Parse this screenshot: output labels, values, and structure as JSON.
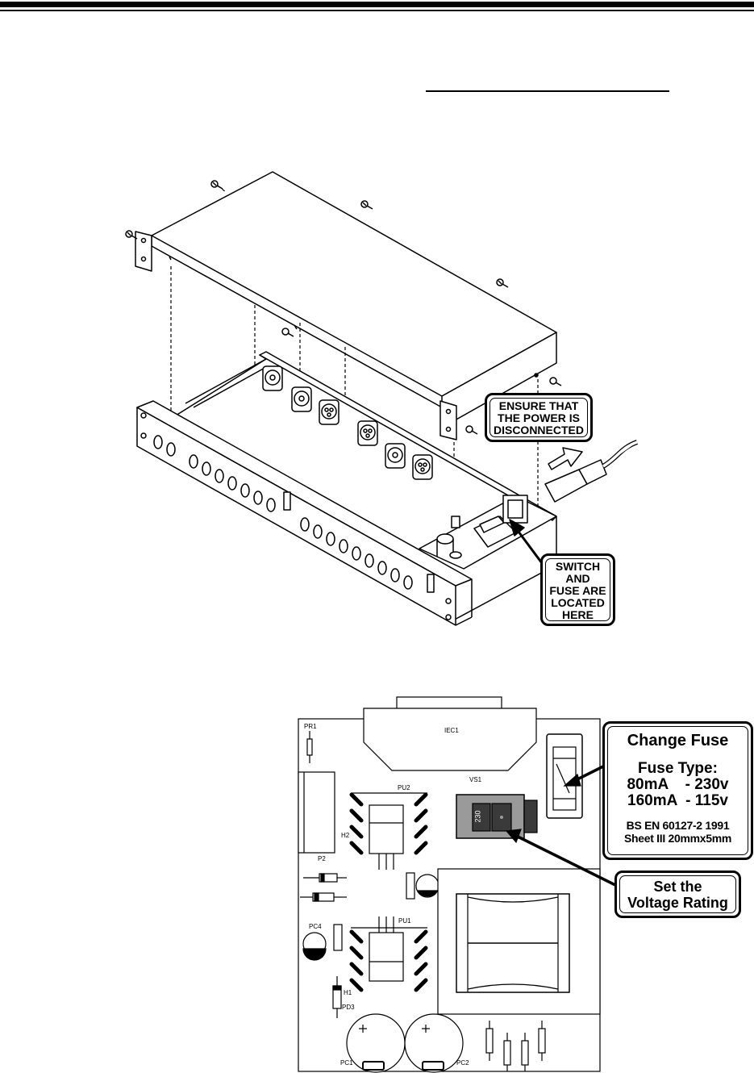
{
  "callouts": {
    "power": [
      "ENSURE THAT",
      "THE POWER IS",
      "DISCONNECTED"
    ],
    "location": [
      "SWITCH",
      "AND",
      "FUSE ARE",
      "LOCATED",
      "HERE"
    ],
    "fuse": {
      "title": "Change Fuse",
      "type_label": "Fuse Type:",
      "rating_230": "80mA    - 230v",
      "rating_115": "160mA  - 115v",
      "standard": "BS EN 60127-2 1991",
      "sheet": "Sheet III 20mmx5mm"
    },
    "voltage": [
      "Set the",
      "Voltage Rating"
    ]
  },
  "pcb_labels": {
    "iec": "IEC1",
    "vs": "VS1",
    "pr1": "PR1",
    "pu2": "PU2",
    "h2": "H2",
    "p2": "P2",
    "pu1": "PU1",
    "pc4": "PC4",
    "h1": "H1",
    "pd3": "PD3",
    "pc1": "PC1",
    "pc2": "PC2"
  },
  "switch_value": "230",
  "colors": {
    "ink": "#000000",
    "switch_body": "#9a9a9a",
    "switch_dark": "#3a3a3a"
  }
}
